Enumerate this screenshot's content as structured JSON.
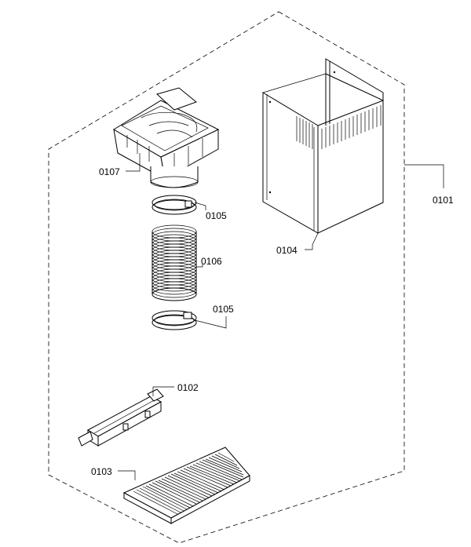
{
  "parts": [
    {
      "id": "part-0101",
      "label": "0101"
    },
    {
      "id": "part-0102",
      "label": "0102"
    },
    {
      "id": "part-0103",
      "label": "0103"
    },
    {
      "id": "part-0104",
      "label": "0104"
    },
    {
      "id": "part-0105-upper",
      "label": "0105"
    },
    {
      "id": "part-0105-lower",
      "label": "0105"
    },
    {
      "id": "part-0106",
      "label": "0106"
    },
    {
      "id": "part-0107",
      "label": "0107"
    }
  ],
  "colors": {
    "line": "#000000",
    "background": "#ffffff"
  }
}
